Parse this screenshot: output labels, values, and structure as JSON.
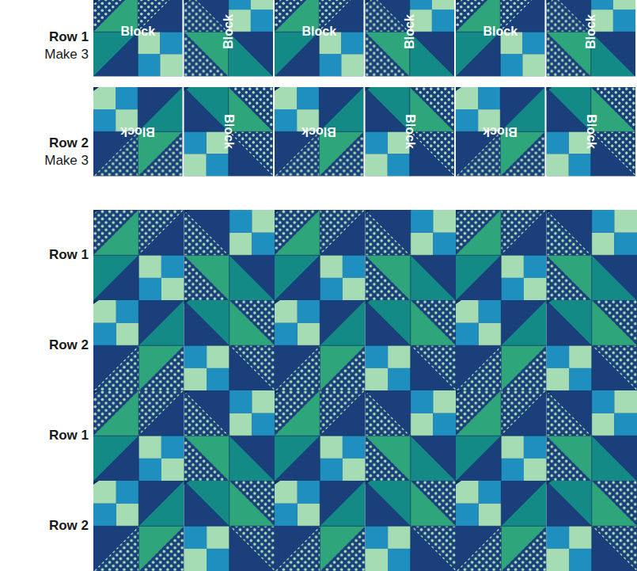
{
  "diagram": {
    "labels": [
      "Row 1",
      "Make 3",
      "Block",
      "Block",
      "Block",
      "Block",
      "Block",
      "Block",
      "Row 2",
      "Make 3",
      "Block",
      "Block",
      "Block",
      "Block",
      "Block",
      "Block",
      "Row 1",
      "Row 2",
      "Row 1",
      "Row 2"
    ]
  }
}
